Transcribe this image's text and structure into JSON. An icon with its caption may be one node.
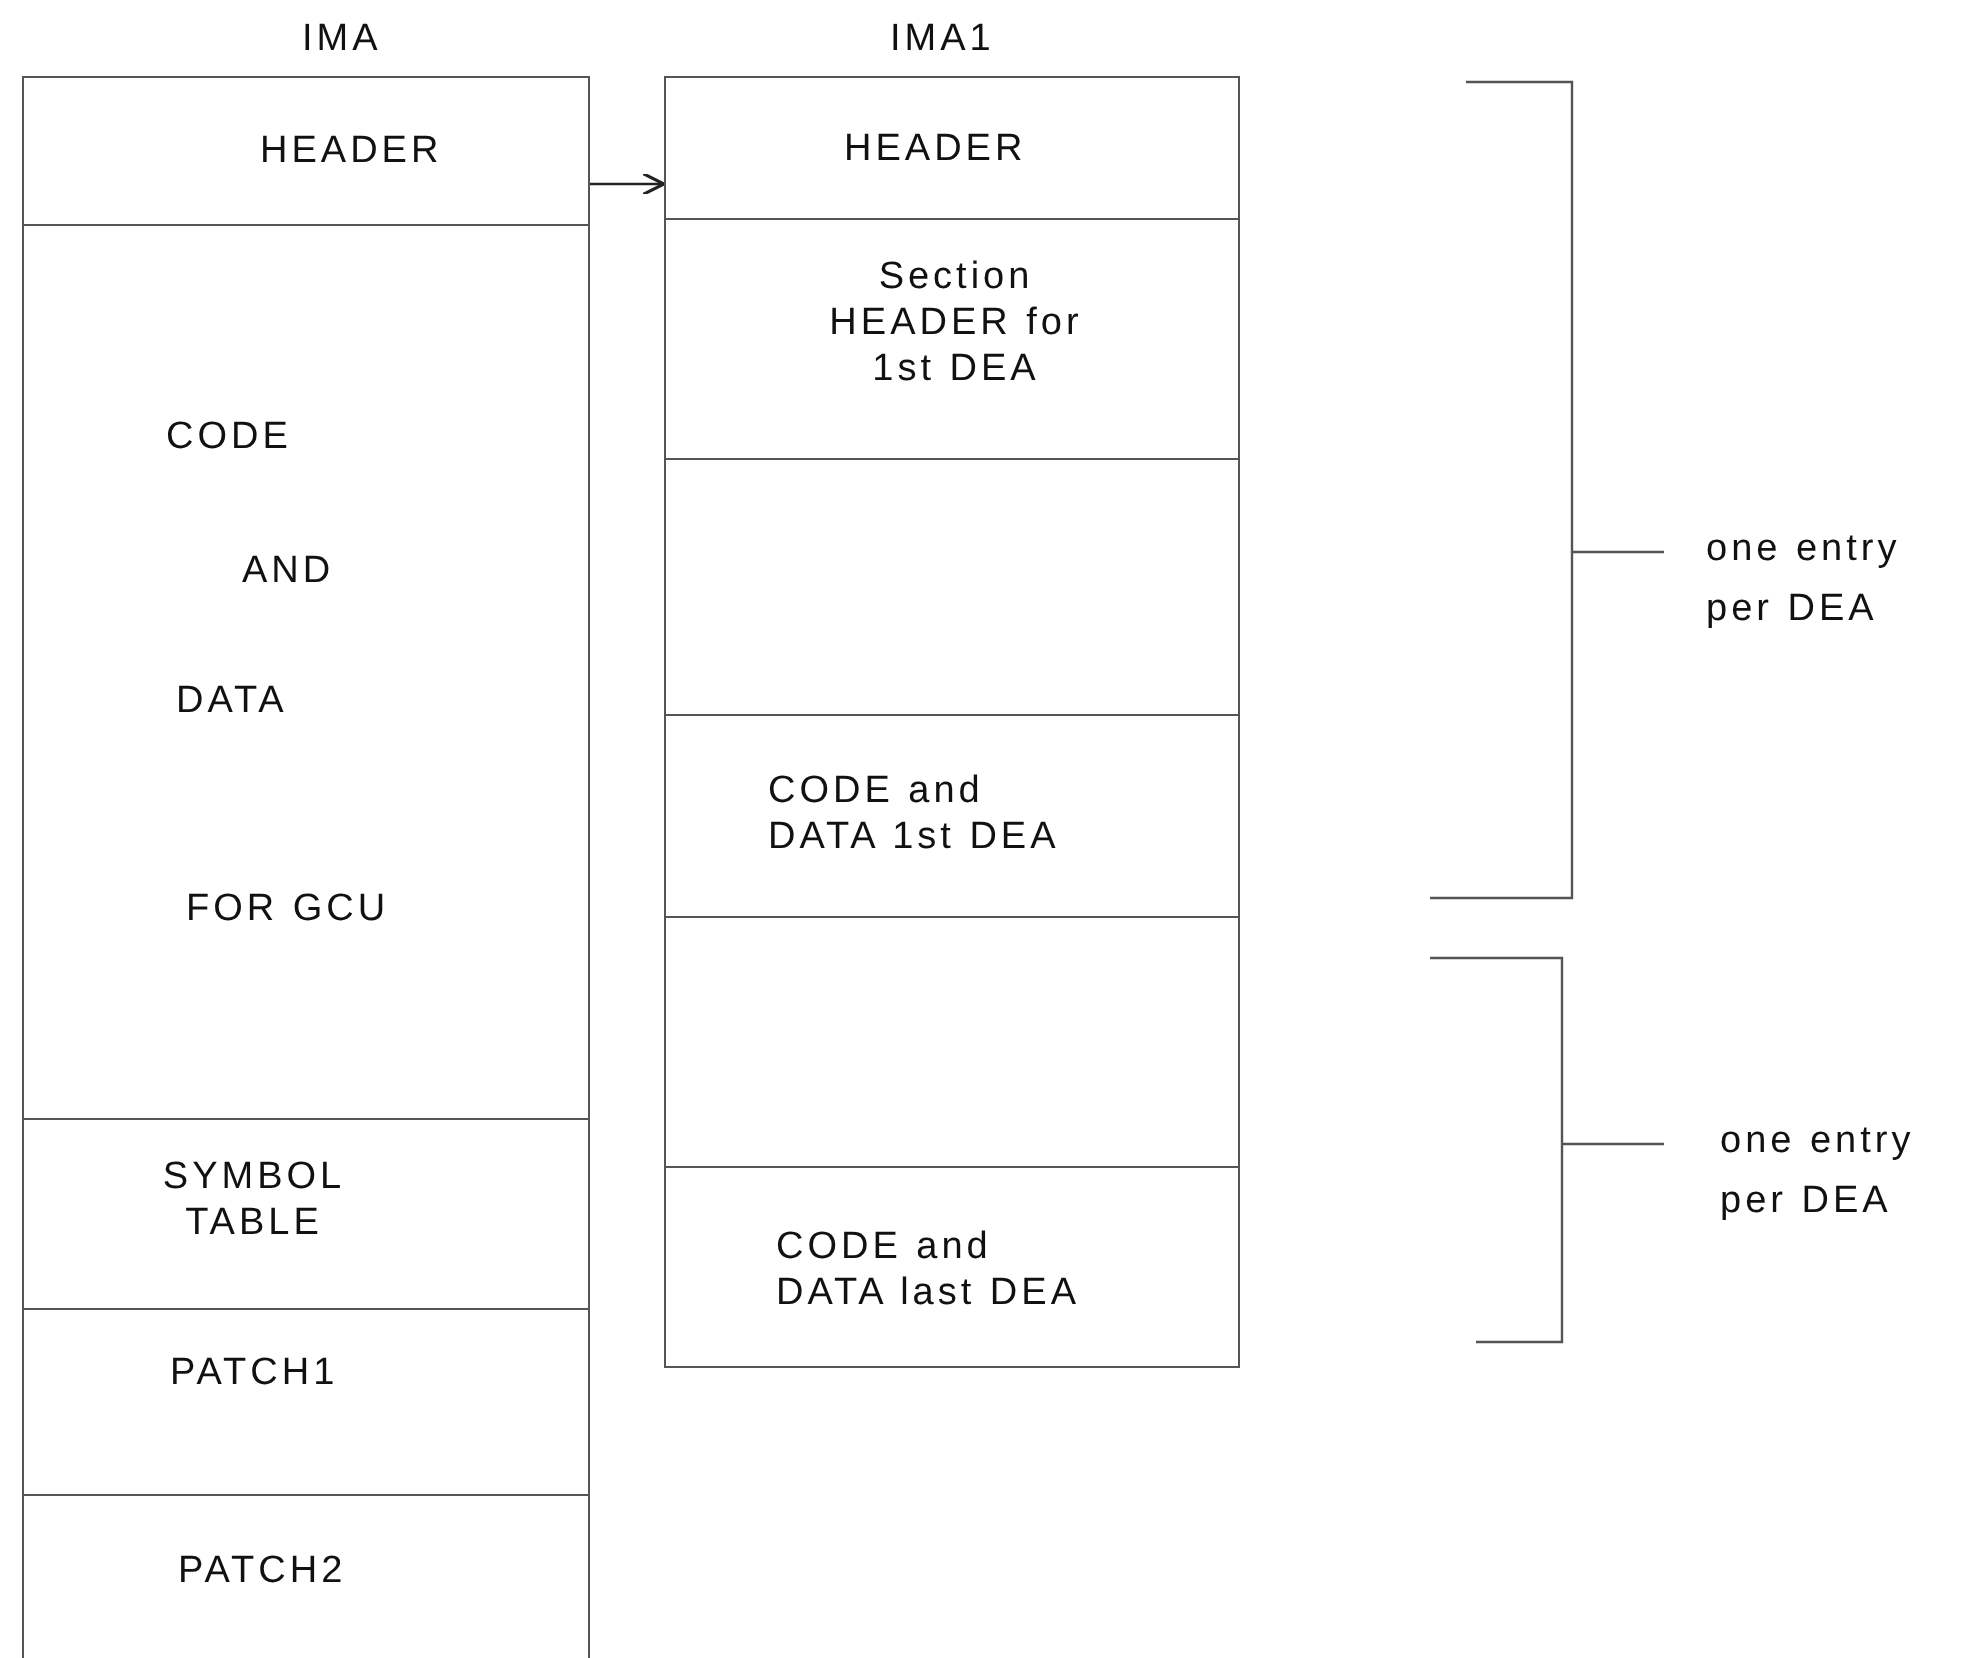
{
  "diagram": {
    "nodes": [
      {
        "text": [
          "IMA"
        ]
      },
      {
        "text": [
          "HEADER"
        ],
        "in": 0
      },
      {
        "text": [
          "CODE",
          "AND",
          "DATA",
          "FOR GCU"
        ],
        "in": 0
      },
      {
        "text": [
          "SYMBOL TABLE"
        ],
        "in": 0
      },
      {
        "text": [
          "PATCH1"
        ],
        "in": 0
      },
      {
        "text": [
          "PATCH2"
        ],
        "in": 0
      },
      {
        "text": [
          "IMA1"
        ]
      },
      {
        "text": [
          "HEADER"
        ],
        "in": 6
      },
      {
        "text": [
          "Section HEADER for 1st DEA"
        ],
        "in": 6
      },
      {
        "text": [],
        "shape": "box",
        "in": 6
      },
      {
        "text": [
          "CODE and DATA 1st DEA"
        ],
        "in": 6
      },
      {
        "text": [],
        "shape": "box",
        "in": 6
      },
      {
        "text": [
          "CODE and DATA last DEA"
        ],
        "in": 6
      }
    ],
    "edges": [
      {
        "from": 1,
        "to": 7,
        "arrow": "to"
      }
    ],
    "labels": [
      "one entry per DEA",
      "one entry per DEA"
    ]
  }
}
